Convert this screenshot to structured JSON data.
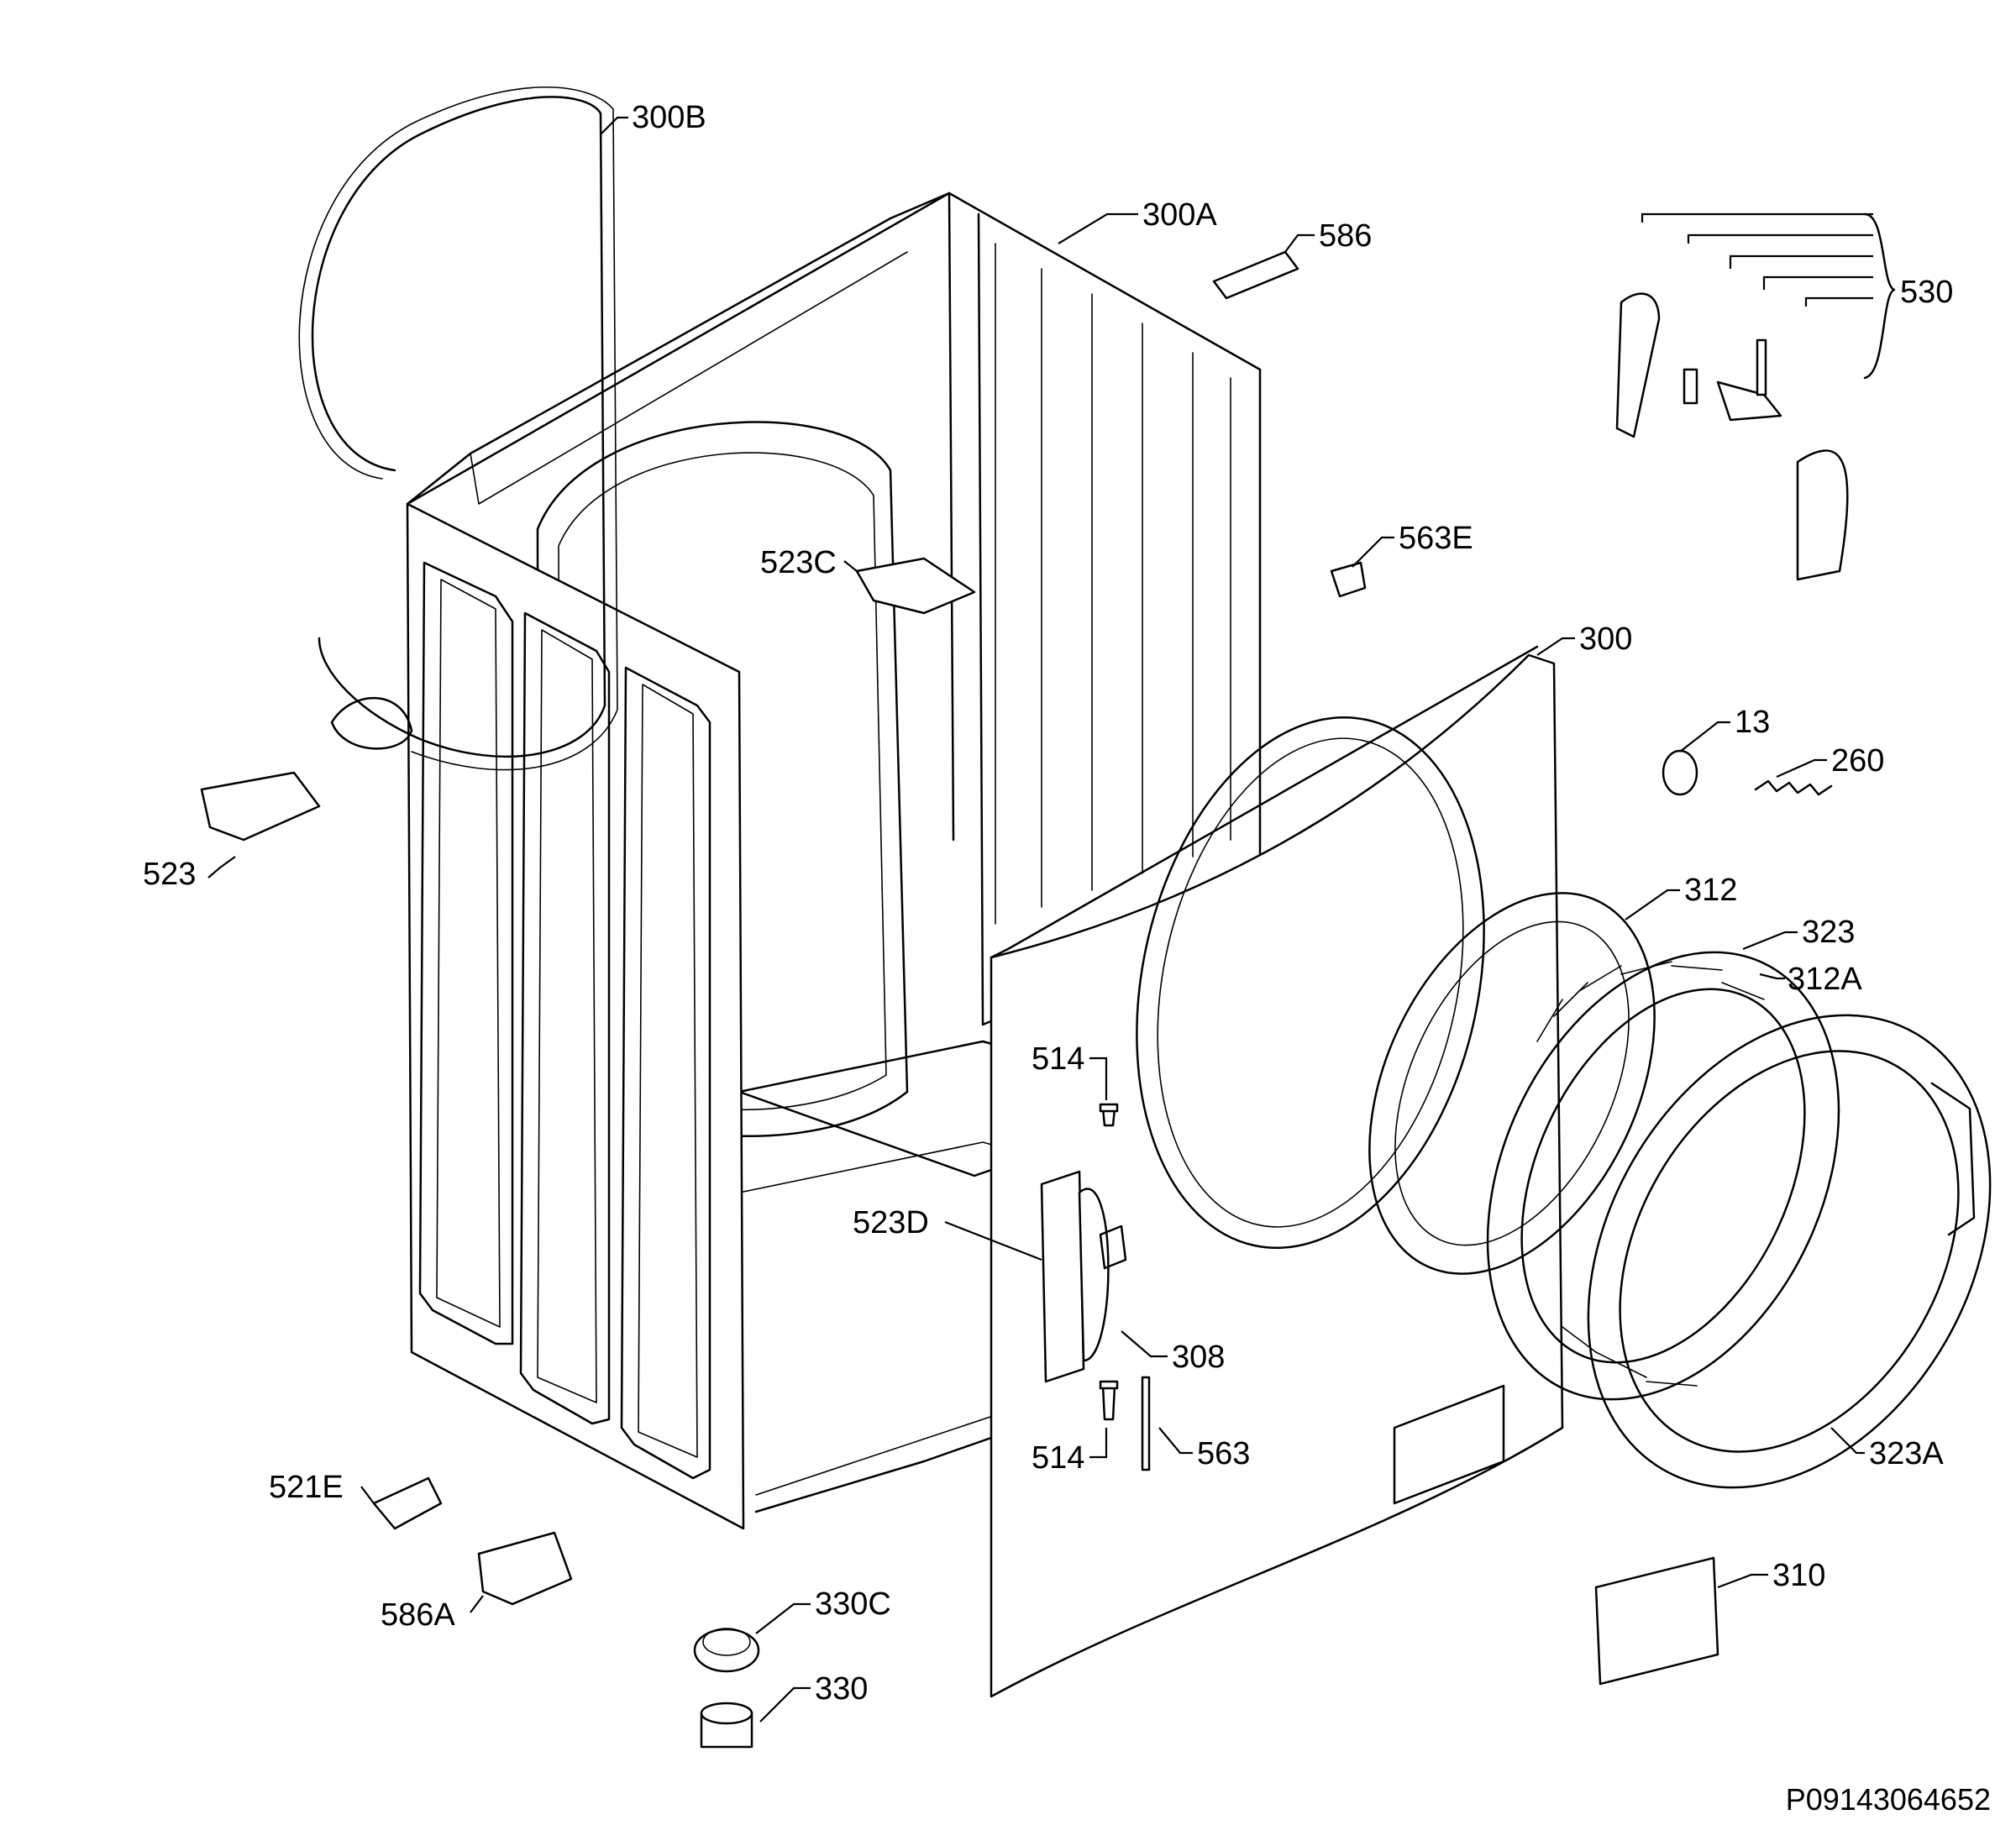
{
  "labels": {
    "l300B": "300B",
    "l300A": "300A",
    "l586": "586",
    "l530": "530",
    "l523C": "523C",
    "l563E": "563E",
    "l300": "300",
    "l13": "13",
    "l260": "260",
    "l523": "523",
    "l312": "312",
    "l323": "323",
    "l312A": "312A",
    "l514a": "514",
    "l523D": "523D",
    "l308": "308",
    "l514b": "514",
    "l563": "563",
    "l323A": "323A",
    "l521E": "521E",
    "l310": "310",
    "l586A": "586A",
    "l330C": "330C",
    "l330": "330"
  },
  "document_id": "P09143064652"
}
